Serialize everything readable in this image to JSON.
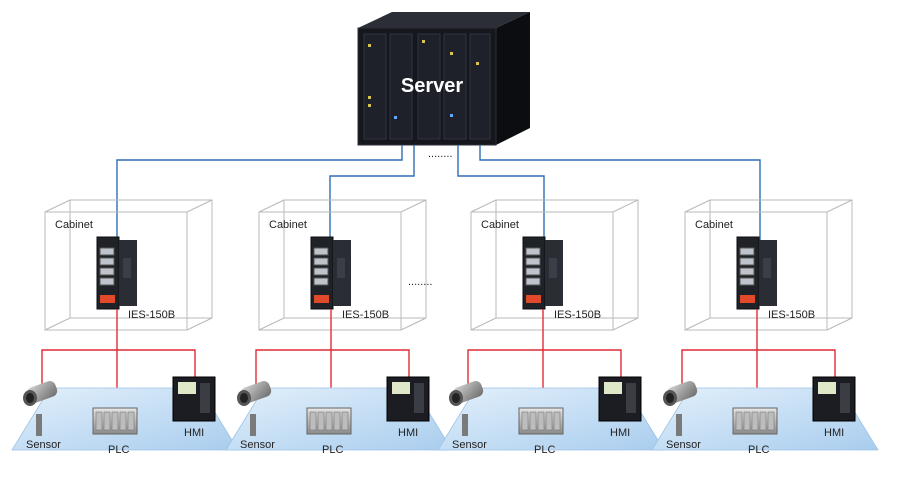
{
  "server": {
    "label": "Server"
  },
  "ellipsis": "........",
  "cells": [
    {
      "cabinet_label": "Cabinet",
      "switch_label": "IES-150B",
      "sensor_label": "Sensor",
      "plc_label": "PLC",
      "hmi_label": "HMI"
    },
    {
      "cabinet_label": "Cabinet",
      "switch_label": "IES-150B",
      "sensor_label": "Sensor",
      "plc_label": "PLC",
      "hmi_label": "HMI"
    },
    {
      "cabinet_label": "Cabinet",
      "switch_label": "IES-150B",
      "sensor_label": "Sensor",
      "plc_label": "PLC",
      "hmi_label": "HMI"
    },
    {
      "cabinet_label": "Cabinet",
      "switch_label": "IES-150B",
      "sensor_label": "Sensor",
      "plc_label": "PLC",
      "hmi_label": "HMI"
    }
  ],
  "colors": {
    "uplink": "#2f6fb5",
    "device_link": "#e02b35",
    "cabinet_edge": "#b9b9b9",
    "floor": "#bcd9f2",
    "server_body": "#14161c"
  }
}
